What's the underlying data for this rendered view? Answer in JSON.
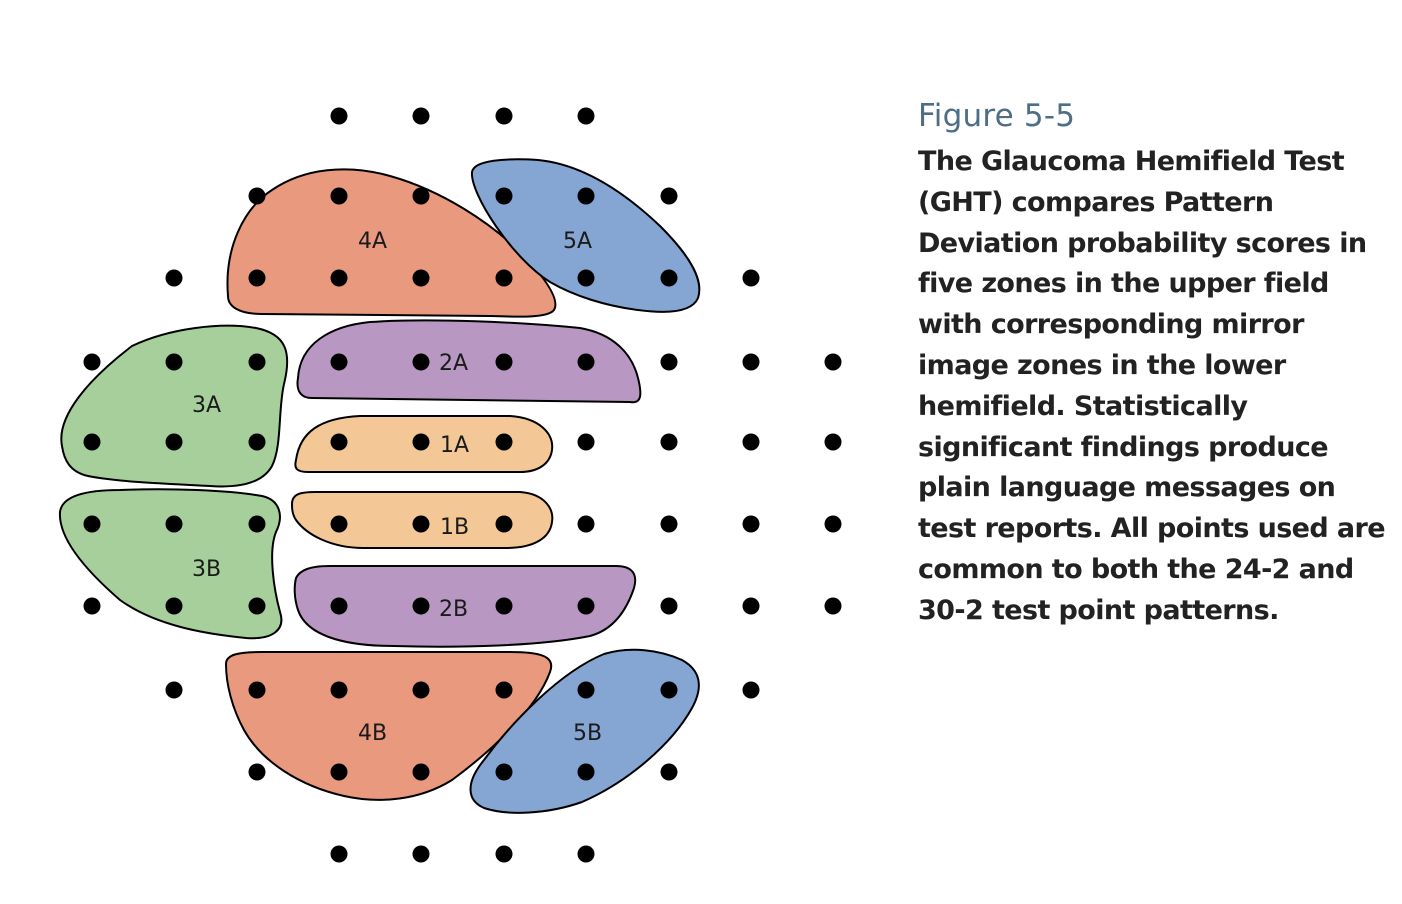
{
  "figure": {
    "title": "Figure 5-5",
    "description": "The Glaucoma Hemifield Test (GHT) compares Pattern Deviation probability scores in five zones in the upper field with corresponding mirror image zones in the lower hemifield. Statistically significant findings produce plain language messages on test reports. All points used are common to both the 24-2 and 30-2 test point patterns."
  },
  "zones": [
    {
      "id": "4A",
      "label": "4A",
      "color": "#e9997e"
    },
    {
      "id": "5A",
      "label": "5A",
      "color": "#85a6d3"
    },
    {
      "id": "3A",
      "label": "3A",
      "color": "#a7cf9c"
    },
    {
      "id": "2A",
      "label": "2A",
      "color": "#b898c3"
    },
    {
      "id": "1A",
      "label": "1A",
      "color": "#f4c796"
    },
    {
      "id": "1B",
      "label": "1B",
      "color": "#f4c796"
    },
    {
      "id": "3B",
      "label": "3B",
      "color": "#a7cf9c"
    },
    {
      "id": "2B",
      "label": "2B",
      "color": "#b898c3"
    },
    {
      "id": "4B",
      "label": "4B",
      "color": "#e9997e"
    },
    {
      "id": "5B",
      "label": "5B",
      "color": "#85a6d3"
    }
  ]
}
